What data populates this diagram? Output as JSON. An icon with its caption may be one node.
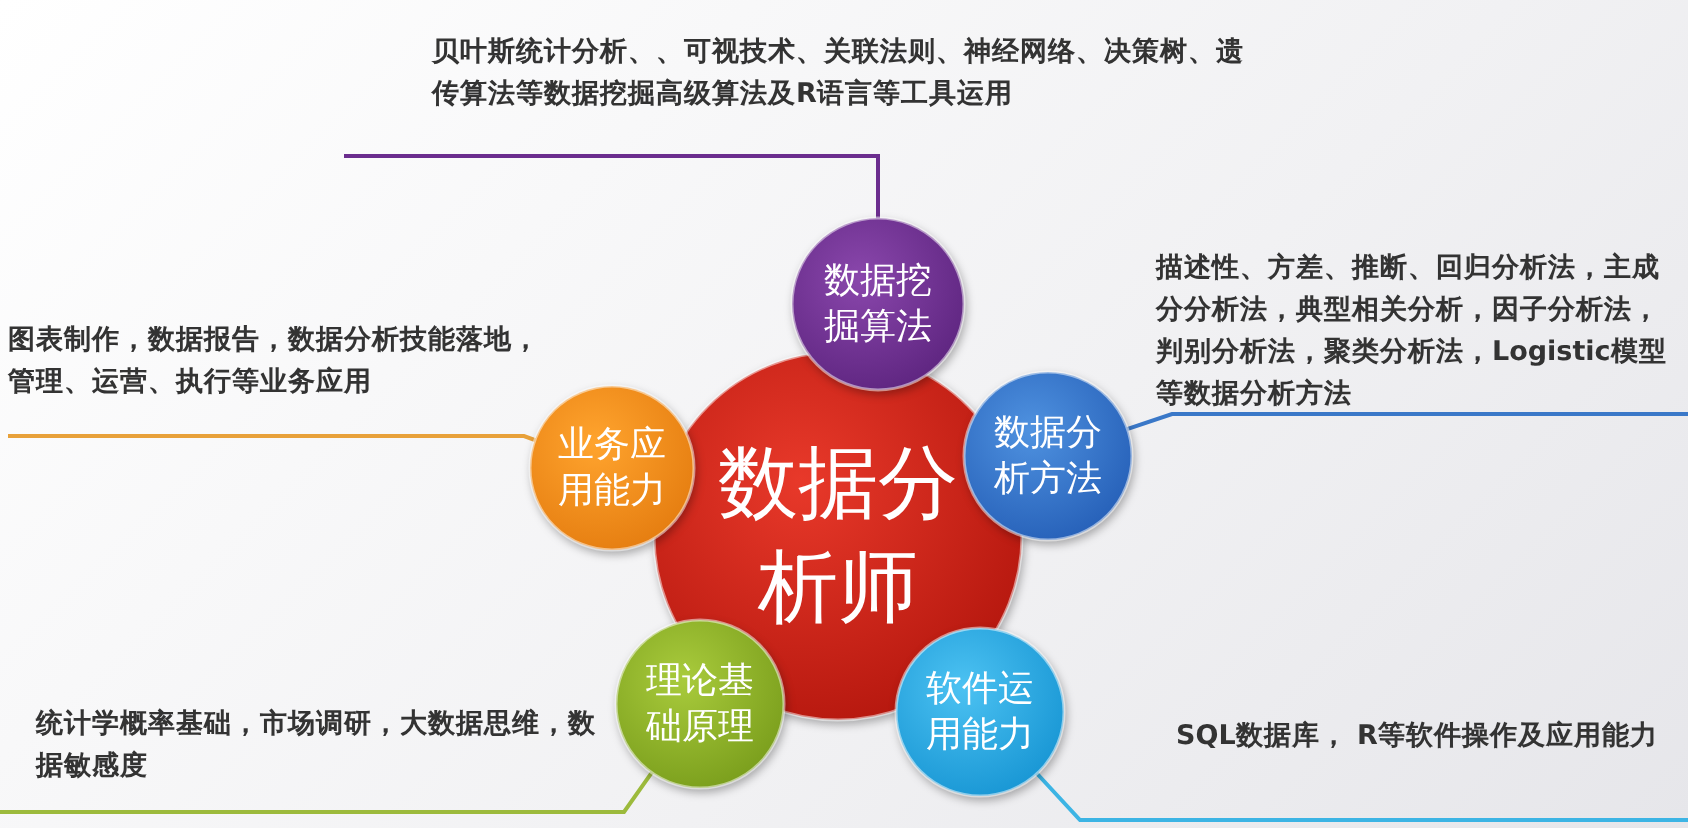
{
  "diagram": {
    "nodes": [
      {
        "text": [
          "数据分析师"
        ]
      },
      {
        "text": [
          "数据挖掘算法"
        ]
      },
      {
        "text": [
          "业务应用能力"
        ]
      },
      {
        "text": [
          "数据分析方法"
        ]
      },
      {
        "text": [
          "理论基础原理"
        ]
      },
      {
        "text": [
          "软件运用能力"
        ]
      },
      {
        "text": [
          "贝叶斯统计分析、、可视技术、关联法则、神经网络、决策树、遗传算法等数据挖掘高级算法及R语言等工具运用"
        ]
      },
      {
        "text": [
          "图表制作，数据报告，数据分析技能落地，管理、运营、执行等业务应用"
        ]
      },
      {
        "text": [
          "描述性、方差、推断、回归分析法，主成分分析法，典型相关分析，因子分析法，判别分析法，聚类分析法，Logistic模型等数据分析方法"
        ]
      },
      {
        "text": [
          "统计学概率基础，市场调研，大数据思维，数据敏感度"
        ]
      },
      {
        "text": [
          "SQL数据库， R等软件操作及应用能力"
        ]
      }
    ],
    "edges": [
      {
        "from": 6,
        "to": 1,
        "arrow": "none",
        "color": "#6b2d8e"
      },
      {
        "from": 7,
        "to": 2,
        "arrow": "none",
        "color": "#e8a13a"
      },
      {
        "from": 8,
        "to": 3,
        "arrow": "none",
        "color": "#3a78c8"
      },
      {
        "from": 9,
        "to": 4,
        "arrow": "none",
        "color": "#9cba3c"
      },
      {
        "from": 10,
        "to": 5,
        "arrow": "none",
        "color": "#3cb4e4"
      }
    ]
  }
}
